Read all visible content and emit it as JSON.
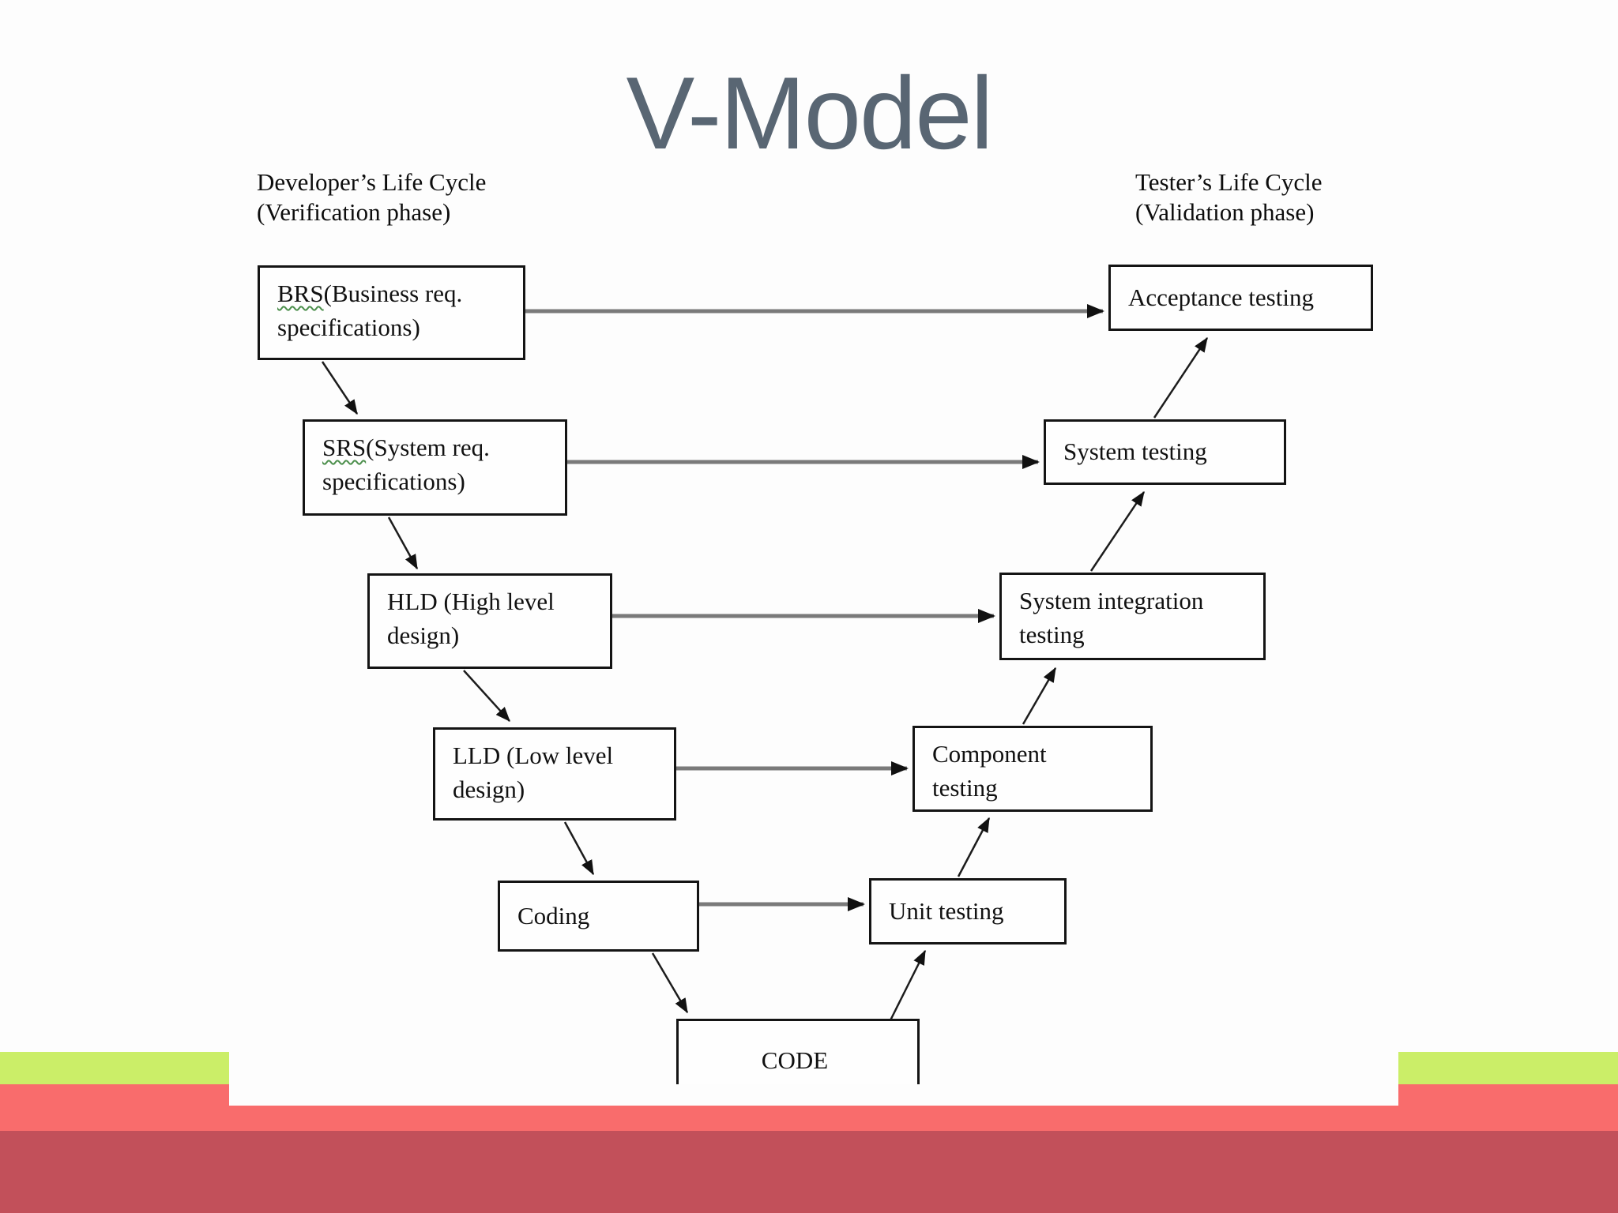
{
  "slide": {
    "title": "V-Model",
    "left_label": "Developer’s Life Cycle\n(Verification phase)",
    "right_label": "Tester’s Life Cycle\n(Validation phase)"
  },
  "nodes": {
    "brs": {
      "abbr": "BRS",
      "rest": "(Business req.\nspecifications)"
    },
    "srs": {
      "abbr": "SRS",
      "rest": "(System req.\nspecifications)"
    },
    "hld": {
      "label": "HLD (High level\ndesign)"
    },
    "lld": {
      "label": "LLD (Low level\ndesign)"
    },
    "coding": {
      "label": "Coding"
    },
    "code": {
      "label": "CODE"
    },
    "unit": {
      "label": "Unit testing"
    },
    "component": {
      "label": "Component\ntesting"
    },
    "integration": {
      "label": "System integration\ntesting"
    },
    "system": {
      "label": "System testing"
    },
    "acceptance": {
      "label": "Acceptance testing"
    }
  },
  "edges": {
    "horizontal": [
      {
        "from": "BRS(Business req. specifications)",
        "to": "Acceptance testing"
      },
      {
        "from": "SRS(System req. specifications)",
        "to": "System testing"
      },
      {
        "from": "HLD (High level design)",
        "to": "System integration testing"
      },
      {
        "from": "LLD (Low level design)",
        "to": "Component testing"
      },
      {
        "from": "Coding",
        "to": "Unit testing"
      }
    ],
    "flow": [
      {
        "from": "BRS(Business req. specifications)",
        "to": "SRS(System req. specifications)"
      },
      {
        "from": "SRS(System req. specifications)",
        "to": "HLD (High level design)"
      },
      {
        "from": "HLD (High level design)",
        "to": "LLD (Low level design)"
      },
      {
        "from": "LLD (Low level design)",
        "to": "Coding"
      },
      {
        "from": "Coding",
        "to": "CODE"
      },
      {
        "from": "CODE",
        "to": "Unit testing"
      },
      {
        "from": "Unit testing",
        "to": "Component testing"
      },
      {
        "from": "Component testing",
        "to": "System integration testing"
      },
      {
        "from": "System integration testing",
        "to": "System testing"
      },
      {
        "from": "System testing",
        "to": "Acceptance testing"
      }
    ]
  },
  "colors": {
    "title_gray": "#596673",
    "box_border": "#141414",
    "gray_arrow": "#7a7a7a",
    "black_arrow": "#1c1c1c",
    "stripe_green": "#cbee68",
    "stripe_coral": "#f96c6c",
    "stripe_dark_red": "#c2505a",
    "squiggle_green": "#4c8f4c"
  }
}
